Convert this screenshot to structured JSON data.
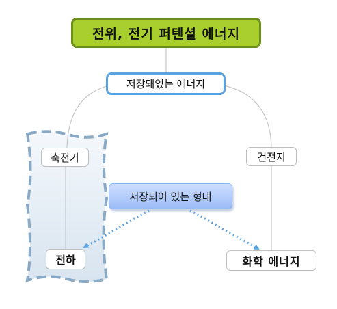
{
  "diagram": {
    "root": {
      "label": "전위, 전기 퍼텐셜 에너지"
    },
    "stored_energy": {
      "label": "저장돼있는 에너지"
    },
    "capacitor": {
      "label": "축전기"
    },
    "battery": {
      "label": "건전지"
    },
    "storage_form": {
      "label": "저장되어 있는 형태"
    },
    "charge": {
      "label": "전하"
    },
    "chemical_energy": {
      "label": "화학 에너지"
    }
  },
  "colors": {
    "root_fill": "#a9cf2e",
    "root_border": "#6b8e1a",
    "stored_border": "#5ba3e0",
    "form_fill_top": "#cfe0ff",
    "form_fill_bottom": "#9cbcf6",
    "highlight_fill": "#e6eef6",
    "highlight_border": "#8aa9c4",
    "arrow": "#5ba3e0",
    "connector": "#c8c8c8"
  }
}
